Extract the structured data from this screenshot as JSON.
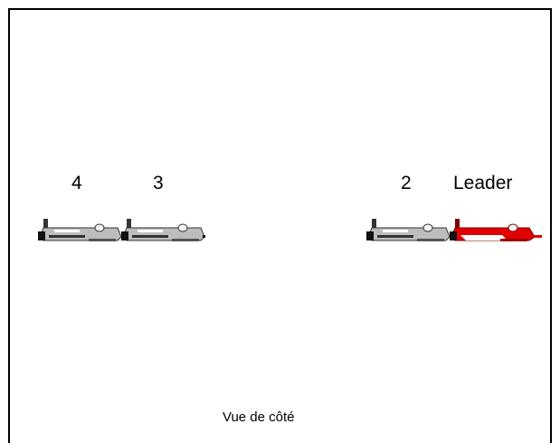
{
  "diagram": {
    "caption": "Vue de côté",
    "aircraft": [
      {
        "label": "4",
        "role": "wingman",
        "color": "#c8c8c8"
      },
      {
        "label": "3",
        "role": "wingman",
        "color": "#c8c8c8"
      },
      {
        "label": "2",
        "role": "wingman",
        "color": "#c8c8c8"
      },
      {
        "label": "Leader",
        "role": "leader",
        "color": "#e00000"
      }
    ]
  }
}
